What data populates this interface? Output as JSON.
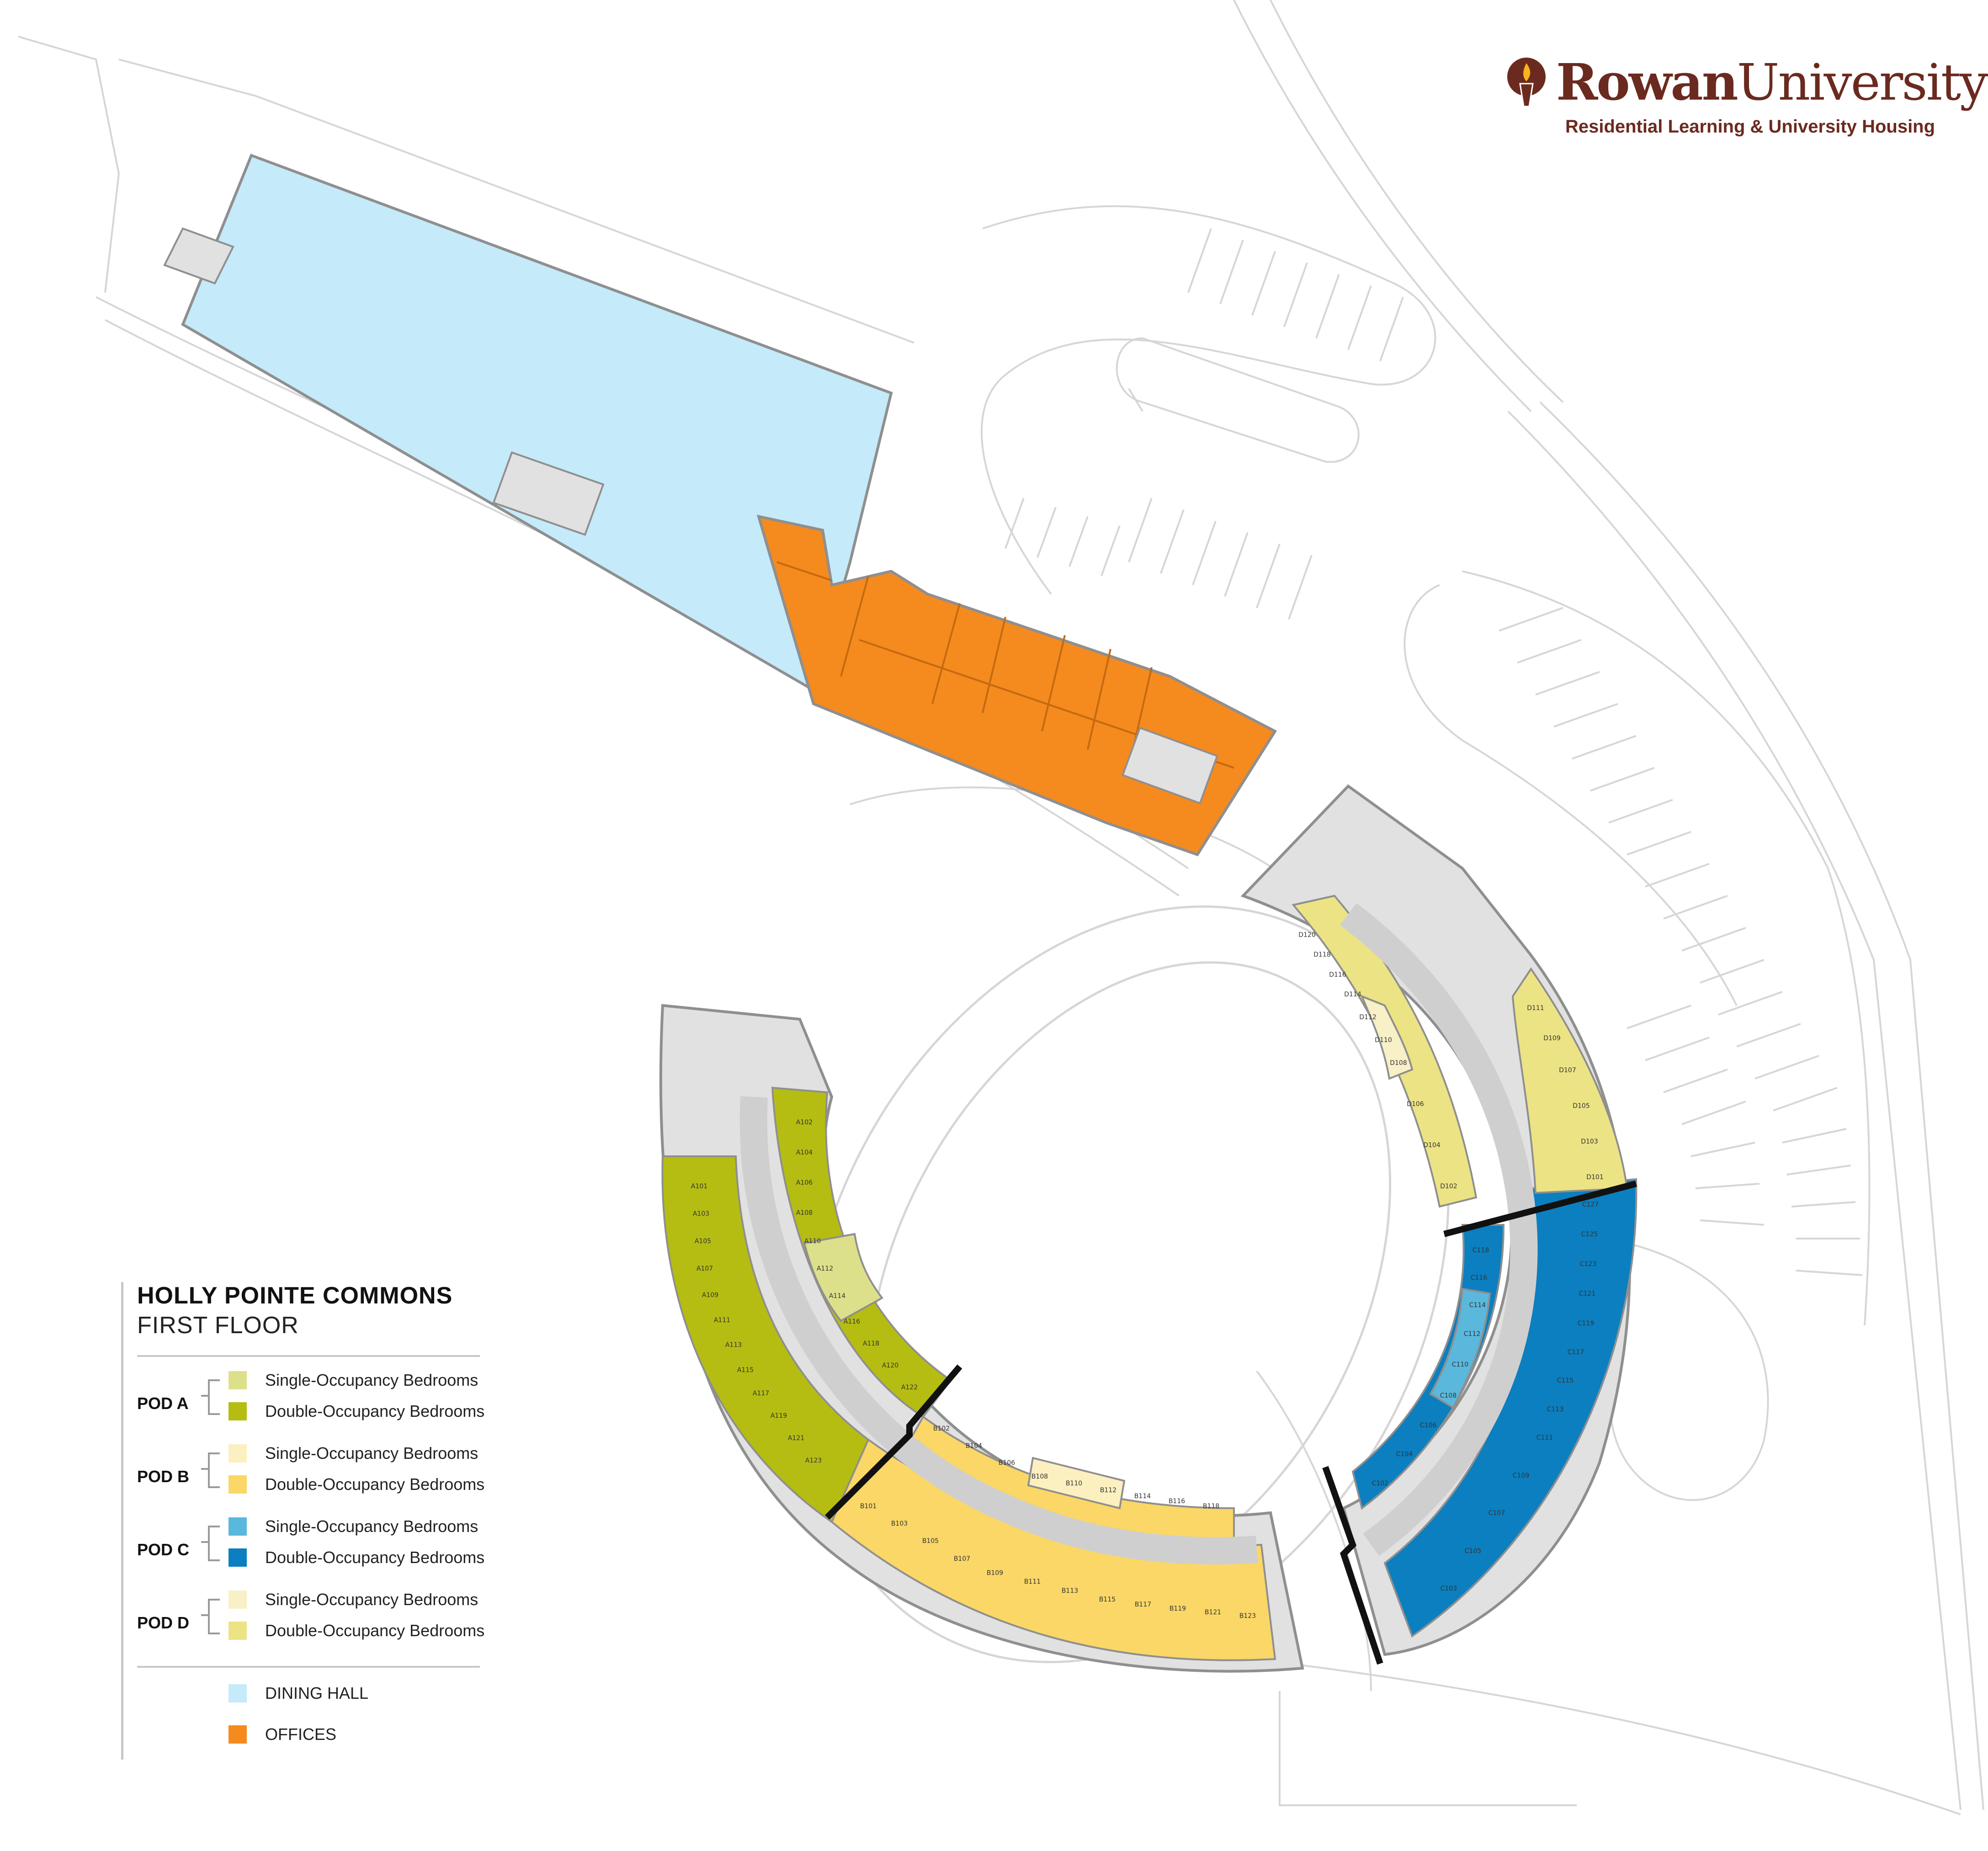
{
  "brand": {
    "name_bold": "Rowan",
    "name_rest": "University",
    "subtitle": "Residential Learning & University Housing",
    "logo_icon": "torch-icon",
    "color": "#6b2a1f"
  },
  "legend": {
    "title": "HOLLY POINTE COMMONS",
    "subtitle": "FIRST FLOOR",
    "pods": [
      {
        "name": "POD A",
        "single_label": "Single-Occupancy Bedrooms",
        "single_color": "#dde08a",
        "double_label": "Double-Occupancy Bedrooms",
        "double_color": "#b5bd12"
      },
      {
        "name": "POD B",
        "single_label": "Single-Occupancy Bedrooms",
        "single_color": "#fcefc0",
        "double_label": "Double-Occupancy Bedrooms",
        "double_color": "#fad766"
      },
      {
        "name": "POD C",
        "single_label": "Single-Occupancy Bedrooms",
        "single_color": "#5ab8dc",
        "double_label": "Double-Occupancy Bedrooms",
        "double_color": "#0b7fbf"
      },
      {
        "name": "POD D",
        "single_label": "Single-Occupancy Bedrooms",
        "single_color": "#f8f0c6",
        "double_label": "Double-Occupancy Bedrooms",
        "double_color": "#ece384"
      }
    ],
    "dining": {
      "label": "DINING HALL",
      "color": "#c5eafa"
    },
    "offices": {
      "label": "OFFICES",
      "color": "#f58a1f"
    }
  },
  "rooms": {
    "pod_a_outer": [
      "A101",
      "A103",
      "A105",
      "A107",
      "A109",
      "A111",
      "A113",
      "A115",
      "A117",
      "A119",
      "A121",
      "A123"
    ],
    "pod_a_inner": [
      "A102",
      "A104",
      "A106",
      "A108",
      "A110",
      "A112",
      "A114",
      "A116",
      "A118",
      "A120",
      "A122"
    ],
    "pod_b_outer": [
      "B101",
      "B103",
      "B105",
      "B107",
      "B109",
      "B111",
      "B113",
      "B115",
      "B117",
      "B119",
      "B121",
      "B123"
    ],
    "pod_b_inner": [
      "B102",
      "B104",
      "B106",
      "B108",
      "B110",
      "B112",
      "B114",
      "B116",
      "B118"
    ],
    "pod_c_outer": [
      "C127",
      "C125",
      "C123",
      "C121",
      "C119",
      "C117",
      "C115",
      "C113",
      "C111",
      "C109",
      "C107",
      "C105",
      "C103"
    ],
    "pod_c_inner": [
      "C118",
      "C116",
      "C114",
      "C112",
      "C110",
      "C108",
      "C106",
      "C104",
      "C102"
    ],
    "pod_d_outer": [
      "D111",
      "D109",
      "D107",
      "D105",
      "D103",
      "D101"
    ],
    "pod_d_inner": [
      "D120",
      "D118",
      "D116",
      "D114",
      "D112",
      "D110",
      "D108",
      "D106",
      "D104",
      "D102"
    ]
  },
  "colors": {
    "road_line": "#d6d6d6",
    "building_gray": "#e1e1e1",
    "wall": "#8f8f8f",
    "divider": "#111111"
  }
}
